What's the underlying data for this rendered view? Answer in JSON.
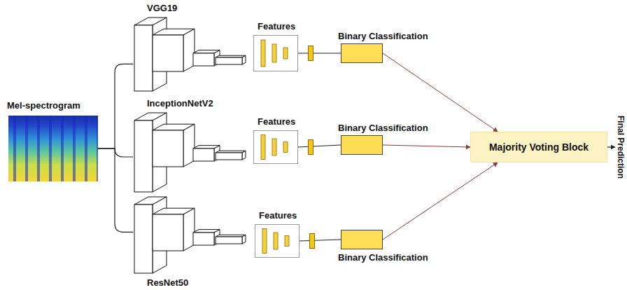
{
  "diagram": {
    "nodes": [
      {
        "text": [
          "Mel-spectrogram"
        ]
      },
      {
        "text": [
          "VGG19"
        ]
      },
      {
        "text": [
          "Features"
        ]
      },
      {
        "text": [
          "Binary Classification"
        ]
      },
      {
        "text": [
          "InceptionNetV2"
        ]
      },
      {
        "text": [
          "Features"
        ]
      },
      {
        "text": [
          "Binary Classification"
        ]
      },
      {
        "text": [
          "ResNet50"
        ]
      },
      {
        "text": [
          "Features"
        ]
      },
      {
        "text": [
          "Binary Classification"
        ]
      },
      {
        "text": [
          "Majority Voting Block"
        ]
      }
    ],
    "edges": [
      {
        "from": 0,
        "to": 1,
        "arrow": "none"
      },
      {
        "from": 0,
        "to": 4,
        "arrow": "none"
      },
      {
        "from": 0,
        "to": 7,
        "arrow": "none"
      },
      {
        "from": 2,
        "to": 3,
        "arrow": "none"
      },
      {
        "from": 5,
        "to": 6,
        "arrow": "none"
      },
      {
        "from": 8,
        "to": 9,
        "arrow": "none"
      },
      {
        "from": 3,
        "to": 10,
        "arrow": "to"
      },
      {
        "from": 6,
        "to": 10,
        "arrow": "to"
      },
      {
        "from": 9,
        "to": 10,
        "arrow": "to"
      }
    ],
    "labels": [
      "Final Prediction"
    ]
  }
}
